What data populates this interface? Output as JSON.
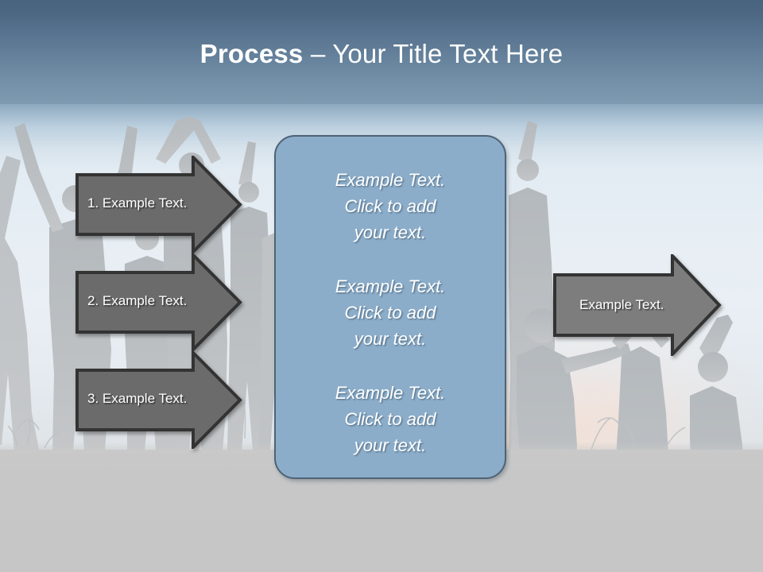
{
  "slide": {
    "title_bold": "Process",
    "title_separator": " – ",
    "title_rest": "Your Title Text Here"
  },
  "colors": {
    "title_band_top": "#49647f",
    "title_band_bottom": "#7e9ab1",
    "arrow_fill": "#6b6b6b",
    "arrow_border": "#333333",
    "panel_fill": "#8badc9",
    "panel_border": "#4e6377",
    "text_light": "#ffffff",
    "ground": "#c9c9c9",
    "silhouette": "#b8bcbf"
  },
  "left_arrows": [
    {
      "label": "1. Example Text."
    },
    {
      "label": "2. Example Text."
    },
    {
      "label": "3. Example Text."
    }
  ],
  "center_panel": {
    "blocks": [
      {
        "line1": "Example Text.",
        "line2": "Click  to add",
        "line3": "your text."
      },
      {
        "line1": "Example Text.",
        "line2": "Click  to add",
        "line3": "your text."
      },
      {
        "line1": "Example Text.",
        "line2": "Click  to add",
        "line3": "your text."
      }
    ]
  },
  "right_arrow": {
    "label": "Example Text."
  }
}
